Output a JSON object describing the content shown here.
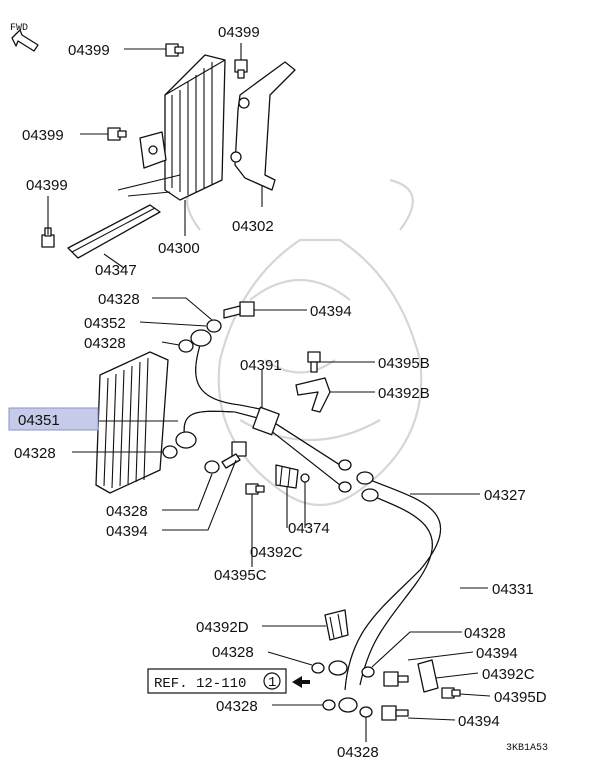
{
  "diagram": {
    "fwd_label": "FWD",
    "diagram_code": "3KB1A53",
    "reference": {
      "text": "REF. 12-110",
      "circled_number": "1"
    },
    "highlight_color": "#c5cbe9",
    "labels": {
      "l_04399_a": "04399",
      "l_04399_b": "04399",
      "l_04399_c": "04399",
      "l_04399_d": "04399",
      "l_04302": "04302",
      "l_04300": "04300",
      "l_04347": "04347",
      "l_04328_a": "04328",
      "l_04394_a": "04394",
      "l_04352": "04352",
      "l_04328_b": "04328",
      "l_04391": "04391",
      "l_04395b": "04395B",
      "l_04392b": "04392B",
      "l_04351": "04351",
      "l_04328_c": "04328",
      "l_04328_d": "04328",
      "l_04394_b": "04394",
      "l_04374": "04374",
      "l_04392c_a": "04392C",
      "l_04395c": "04395C",
      "l_04327": "04327",
      "l_04331": "04331",
      "l_04392d": "04392D",
      "l_04328_e": "04328",
      "l_04328_f": "04328",
      "l_04394_c": "04394",
      "l_04392c_b": "04392C",
      "l_04395d": "04395D",
      "l_04328_g": "04328",
      "l_04394_d": "04394",
      "l_04328_h": "04328"
    }
  }
}
